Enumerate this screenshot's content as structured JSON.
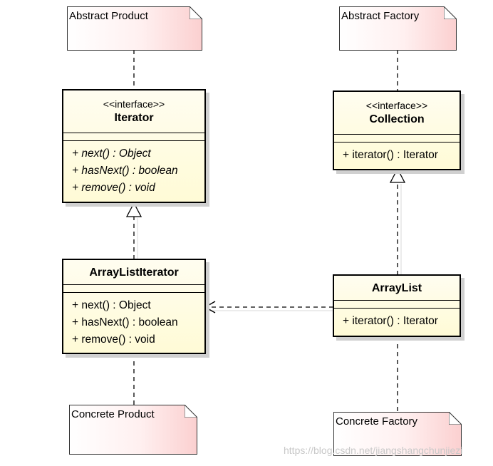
{
  "notes": {
    "abstract_product": "Abstract Product",
    "abstract_factory": "Abstract Factory",
    "concrete_product": "Concrete Product",
    "concrete_factory": "Concrete Factory"
  },
  "classes": {
    "iterator": {
      "stereotype": "<<interface>>",
      "name": "Iterator",
      "operations": [
        "+ next() : Object",
        "+ hasNext() : boolean",
        "+ remove() : void"
      ]
    },
    "collection": {
      "stereotype": "<<interface>>",
      "name": "Collection",
      "operations": [
        "+ iterator() : Iterator"
      ]
    },
    "array_list_iterator": {
      "name": "ArrayListIterator",
      "operations": [
        "+ next() : Object",
        "+ hasNext() : boolean",
        "+ remove() : void"
      ]
    },
    "array_list": {
      "name": "ArrayList",
      "operations": [
        "+ iterator() : Iterator"
      ]
    }
  },
  "watermark": "https://blog.csdn.net/jiangshangchunjiezi"
}
